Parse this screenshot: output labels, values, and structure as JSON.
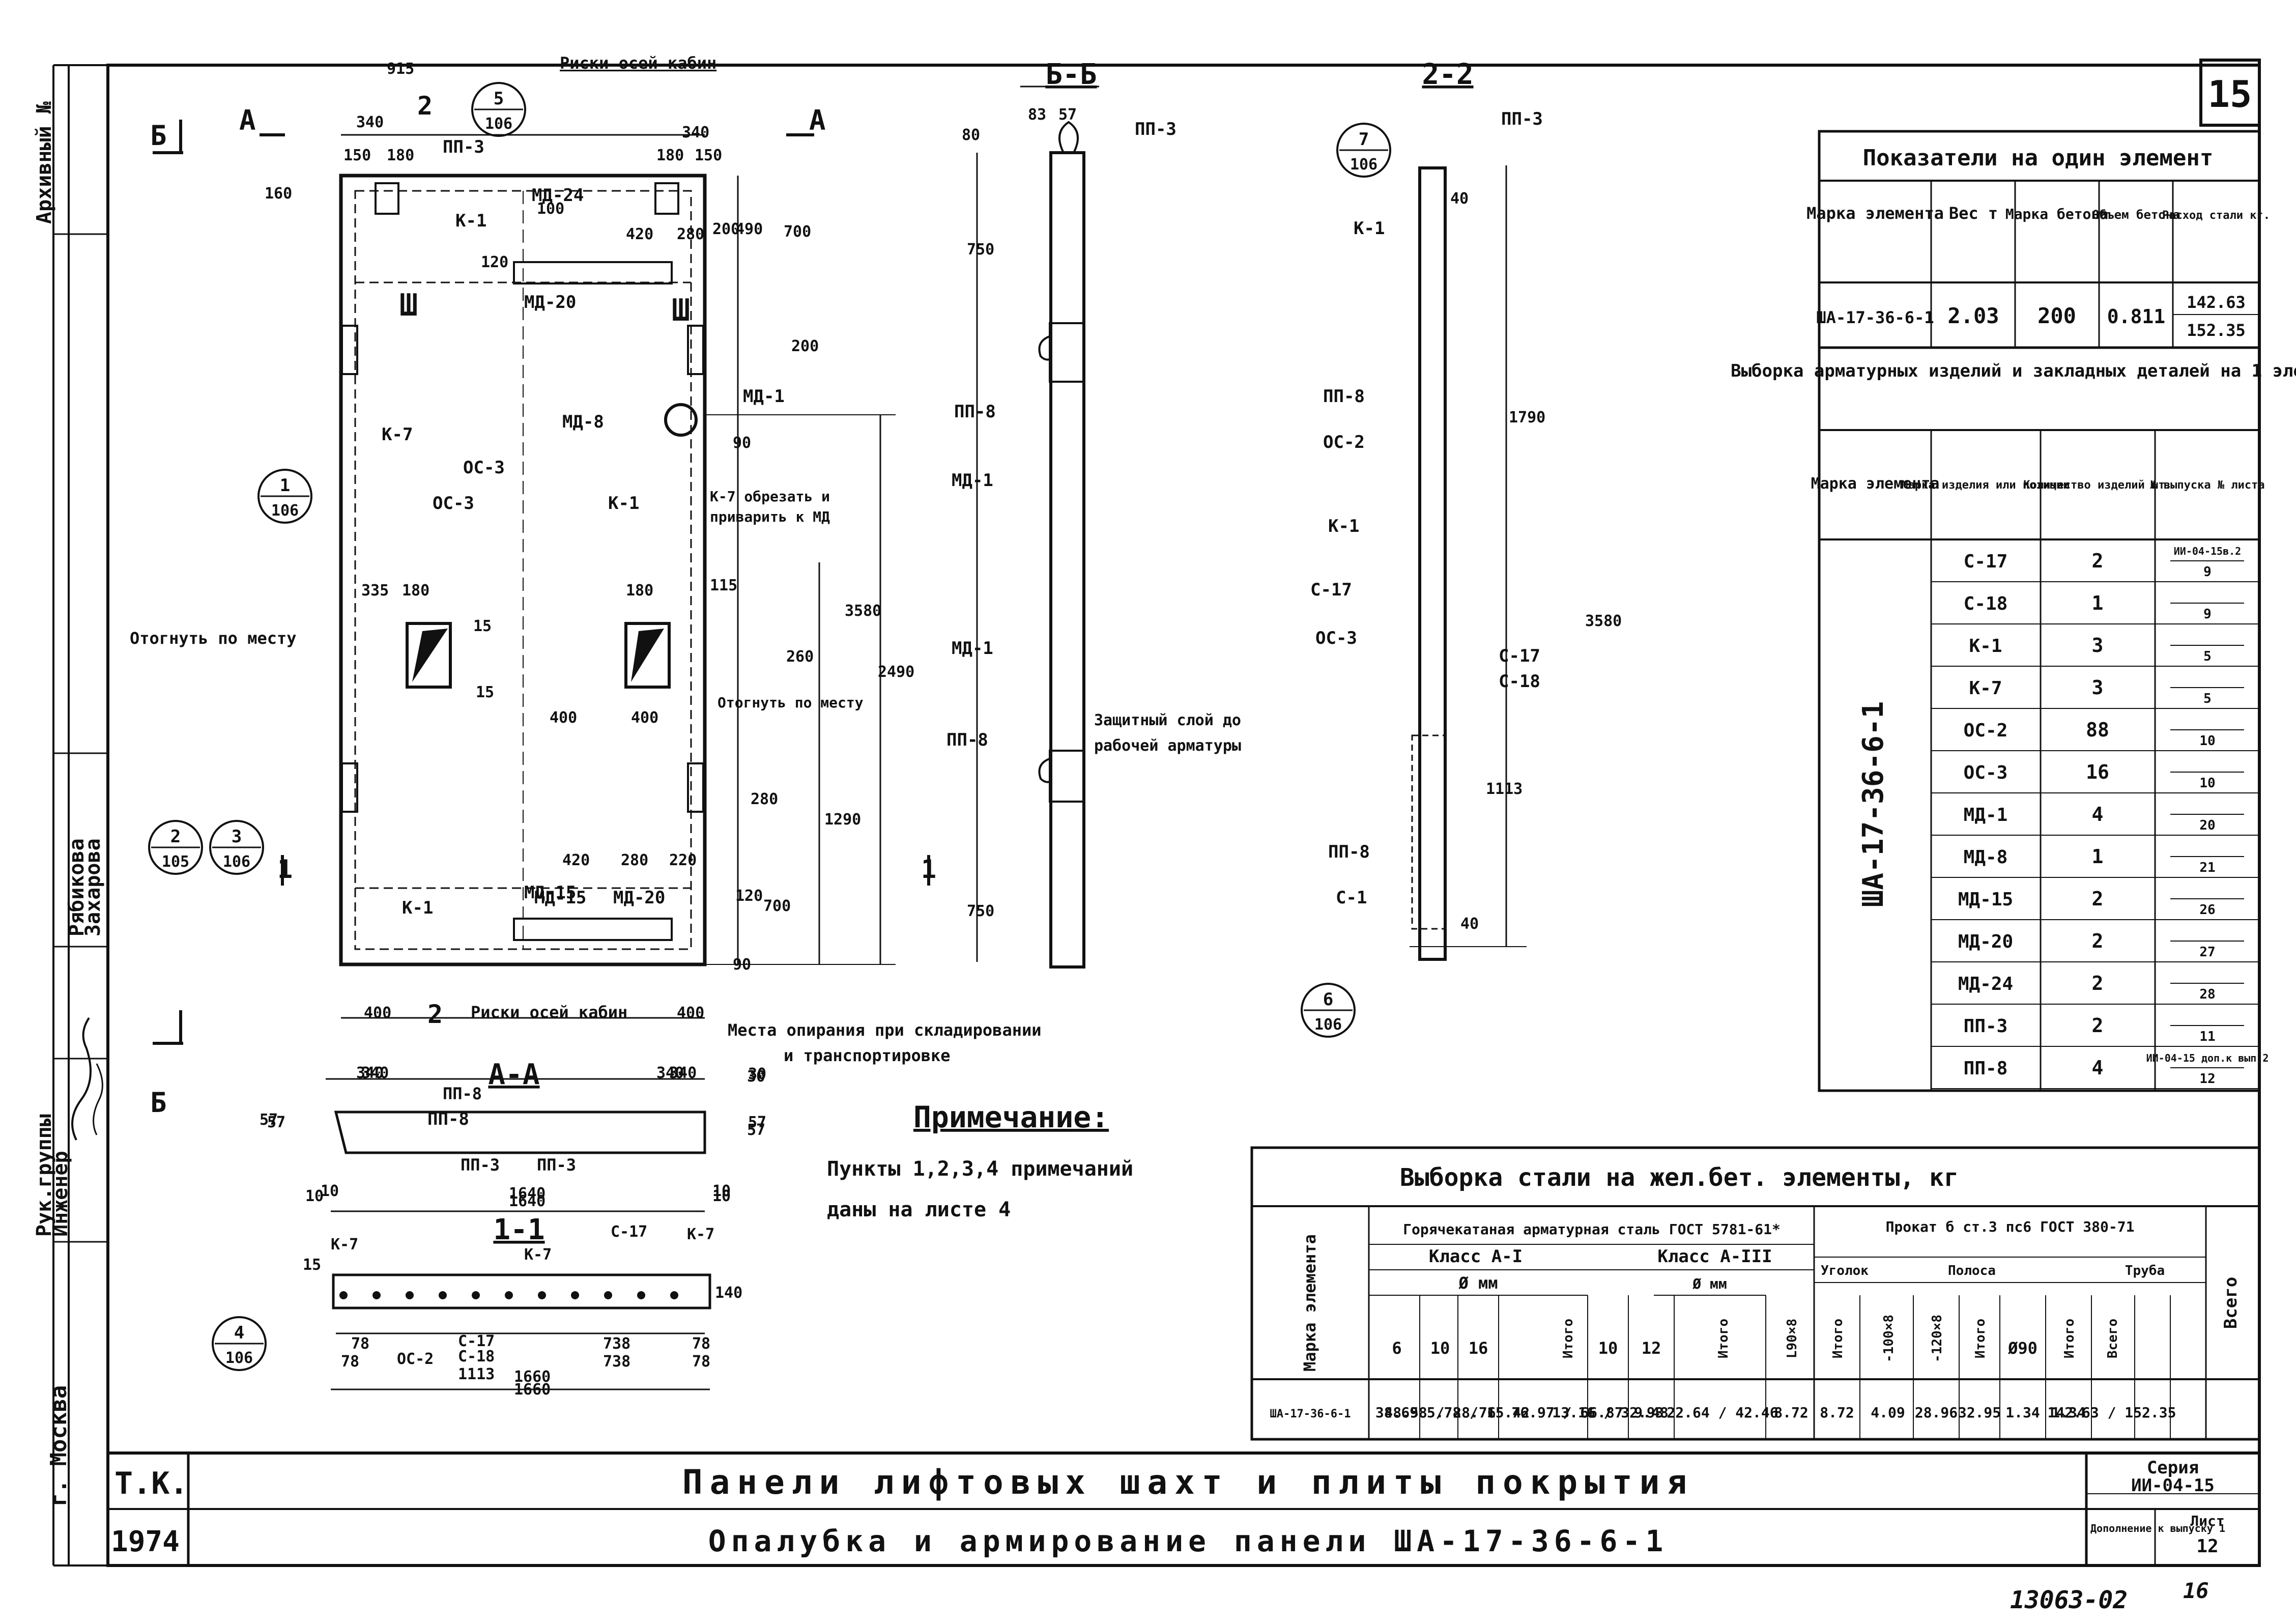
{
  "sheet_number": "15",
  "handwritten_code": "13063-02",
  "handwritten_page": "16",
  "left_stamp": [
    "Архивный №",
    "Рук.группы",
    "Инженер",
    "Рябикова",
    "Захарова",
    "г. Москва"
  ],
  "title_block": {
    "org": "Т.К.",
    "year": "1974",
    "title": "Панели лифтовых шахт и плиты покрытия",
    "subtitle": "Опалубка и армирование панели ША-17-36-6-1",
    "series_label": "Серия",
    "series": "ИИ-04-15",
    "supplement": "Дополнение к выпуску 1",
    "sheet_label": "Лист",
    "sheet_value": "12"
  },
  "indicators": {
    "title": "Показатели на один элемент",
    "headers": [
      "Марка элемента",
      "Вес т",
      "Марка бетона",
      "Объем бетона",
      "Расход стали кг."
    ],
    "row": [
      "ША-17-36-6-1",
      "2.03",
      "200",
      "0.811",
      "142.63",
      "152.35"
    ]
  },
  "selection": {
    "title": "Выборка арматурных изделий и закладных деталей на 1 элемент",
    "headers": [
      "Марка элемента",
      "Марка изделия или позиции",
      "Количество изделий шт.",
      "№ выпуска № листа"
    ],
    "element": "ША-17-36-6-1",
    "rows": [
      [
        "С-17",
        "2",
        "ИИ-04-15в.2",
        "9"
      ],
      [
        "С-18",
        "1",
        "",
        "9"
      ],
      [
        "К-1",
        "3",
        "",
        "5"
      ],
      [
        "К-7",
        "3",
        "",
        "5"
      ],
      [
        "ОС-2",
        "88",
        "",
        "10"
      ],
      [
        "ОС-3",
        "16",
        "",
        "10"
      ],
      [
        "МД-1",
        "4",
        "",
        "20"
      ],
      [
        "МД-8",
        "1",
        "",
        "21"
      ],
      [
        "МД-15",
        "2",
        "",
        "26"
      ],
      [
        "МД-20",
        "2",
        "",
        "27"
      ],
      [
        "МД-24",
        "2",
        "",
        "28"
      ],
      [
        "ПП-3",
        "2",
        "",
        "11"
      ],
      [
        "ПП-8",
        "4",
        "ИИ-04-15 доп.к вып.2",
        "12"
      ]
    ]
  },
  "steel": {
    "title": "Выборка стали на жел.бет. элементы, кг",
    "col_mark": "Марка элемента",
    "hot_rolled": "Горячекатаная арматурная сталь ГОСТ 5781-61*",
    "class1": "Класс А-I",
    "class3": "Класс А-III",
    "dia_mm": "Ø мм",
    "itogo": "Итого",
    "rolled": "Прокат б ст.3 пс6 ГОСТ 380-71",
    "angle": "Уголок",
    "strip": "Полоса",
    "pipe": "Труба",
    "total": "Всего",
    "sub_headers": [
      "6",
      "10",
      "16",
      "Итого",
      "10",
      "12",
      "Итого",
      "L90×8",
      "Итого",
      "-100×8",
      "-120×8",
      "Итого",
      "Ø90",
      "Итого",
      "Всего"
    ],
    "row": [
      "ША-17-36-6-1",
      "38.69",
      "48.58 / 28.76",
      "5.78 / 15.42",
      "76.97 / 66.87",
      "13.16 / 32.93",
      "9.48",
      "22.64 / 42.46",
      "8.72",
      "8.72",
      "4.09",
      "28.96",
      "32.95",
      "1.34",
      "1.34",
      "142.63 / 152.35"
    ]
  },
  "note": {
    "title": "Примечание:",
    "text1": "Пункты 1,2,3,4 примечаний",
    "text2": "даны на листе 4"
  },
  "plan": {
    "top_note": "Риски осей кабин",
    "bottom_note": "Риски осей кабин",
    "storage_note1": "Места опирания при складировании",
    "storage_note2": "и транспортировке",
    "bend_left": "Отогнуть по месту",
    "bend_right": "Отогнуть по месту",
    "k7_note1": "К-7 обрезать и",
    "k7_note2": "приварить к МД",
    "protect_note1": "Защитный слой до",
    "protect_note2": "рабочей арматуры",
    "labels": [
      "ПП-3",
      "К-1",
      "МД-20",
      "МД-24",
      "МД-15",
      "МД-1",
      "МД-8",
      "К-7",
      "ОС-3",
      "ОС-3",
      "К-1",
      "МД-15",
      "МД-20",
      "К-1",
      "ПП-8"
    ],
    "dims": [
      "915",
      "340",
      "150",
      "180",
      "340",
      "180",
      "150",
      "160",
      "100",
      "420",
      "280",
      "200",
      "490",
      "700",
      "120",
      "200",
      "90",
      "335",
      "180",
      "180",
      "115",
      "400",
      "15",
      "15",
      "400",
      "260",
      "2490",
      "3580",
      "1290",
      "280",
      "420",
      "280",
      "220",
      "120",
      "700",
      "90",
      "400",
      "400",
      "340",
      "340",
      "1640",
      "1660",
      "78",
      "738",
      "78",
      "10",
      "10",
      "30",
      "57",
      "57"
    ],
    "sections": [
      "Б",
      "А",
      "А",
      "Б",
      "Б-Б",
      "2-2",
      "А-А",
      "1-1",
      "1",
      "1",
      "2",
      "2"
    ],
    "callouts": [
      [
        "5",
        "106"
      ],
      [
        "1",
        "106"
      ],
      [
        "2",
        "105"
      ],
      [
        "3",
        "106"
      ],
      [
        "4",
        "106"
      ],
      [
        "7",
        "106"
      ],
      [
        "6",
        "106"
      ]
    ]
  },
  "side_bb": {
    "labels": [
      "ПП-3",
      "ПП-8",
      "МД-1",
      "МД-1",
      "ПП-8"
    ],
    "dims": [
      "83",
      "57",
      "80",
      "750",
      "750"
    ]
  },
  "side_22": {
    "labels": [
      "ПП-3",
      "К-1",
      "ПП-8",
      "ОС-2",
      "К-1",
      "С-17",
      "ОС-3",
      "С-17",
      "С-18",
      "ПП-8",
      "С-1"
    ],
    "dims": [
      "40",
      "1790",
      "3580",
      "1113",
      "40"
    ]
  },
  "sec_aa": {
    "labels": [
      "ПП-8",
      "ПП-3",
      "ПП-3"
    ],
    "dims": [
      "340",
      "340",
      "1640",
      "30",
      "57",
      "57",
      "10",
      "10"
    ]
  },
  "sec_11": {
    "labels": [
      "К-7",
      "К-7",
      "К-7",
      "С-17",
      "ОС-2",
      "С-17",
      "С-18",
      "1113"
    ],
    "dims": [
      "15",
      "140",
      "78",
      "738",
      "78",
      "1660"
    ]
  }
}
